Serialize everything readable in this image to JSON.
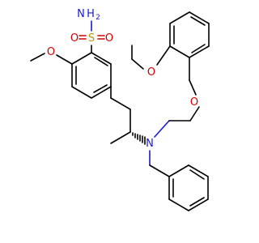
{
  "molecule": {
    "atom_labels": {
      "amide_nitrogen": "N",
      "amide_h2": "H",
      "amide_h2_sub": "2",
      "sulfur": "S",
      "sulfonyl_o_left": "O",
      "sulfonyl_o_right": "O",
      "methoxy_oxygen": "O",
      "ethoxy_oxygen": "O",
      "ether_oxygen": "O",
      "amine_nitrogen": "N"
    },
    "colors": {
      "oxygen": "#d40000",
      "nitrogen": "#1a1acc",
      "sulfur": "#b39800",
      "carbon_bond": "#000000"
    }
  }
}
